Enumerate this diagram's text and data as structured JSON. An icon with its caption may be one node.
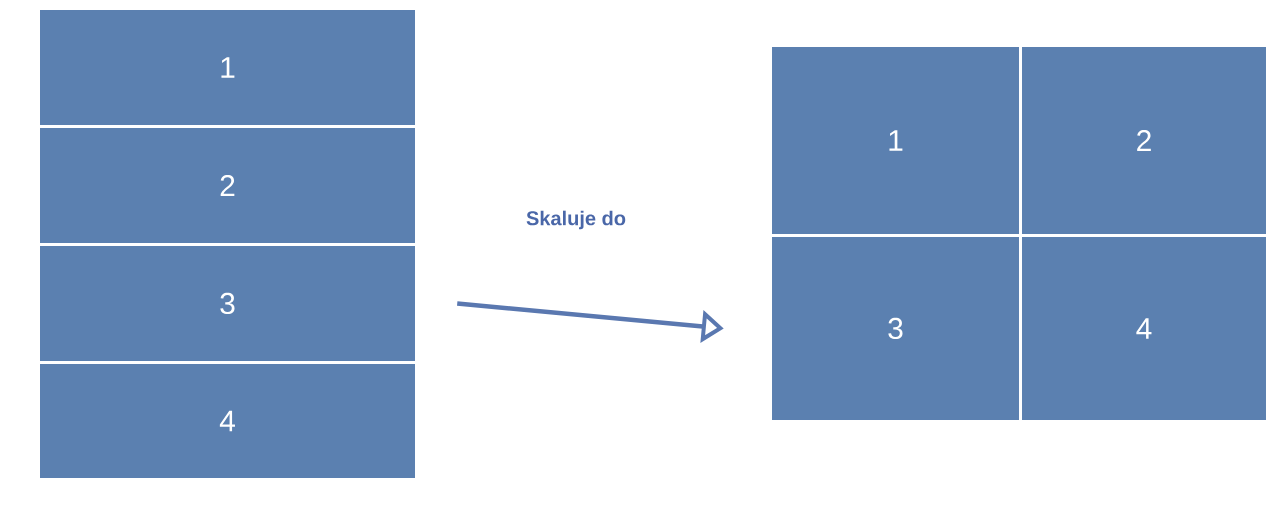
{
  "diagram": {
    "nodes": [
      {
        "text": [
          "1"
        ]
      },
      {
        "text": [
          "2"
        ]
      },
      {
        "text": [
          "3"
        ]
      },
      {
        "text": [
          "4"
        ]
      },
      {
        "text": [
          "1"
        ]
      },
      {
        "text": [
          "2"
        ]
      },
      {
        "text": [
          "3"
        ]
      },
      {
        "text": [
          "4"
        ]
      }
    ],
    "edges": [
      {
        "from": 2,
        "to": 6,
        "arrow": "to",
        "label": "Skaluje do"
      }
    ]
  }
}
